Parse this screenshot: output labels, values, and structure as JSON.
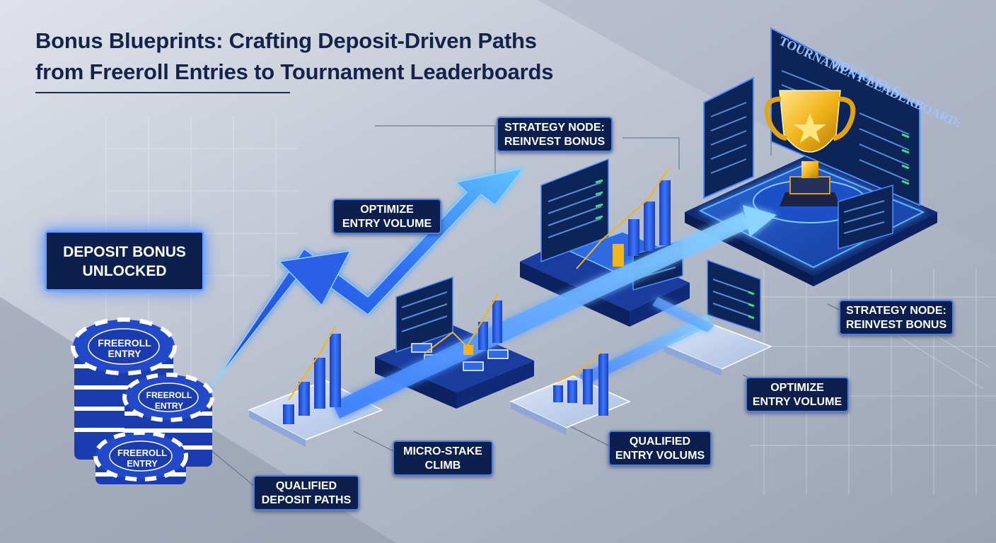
{
  "title": {
    "line1": "Bonus Blueprints: Crafting Deposit-Driven Paths",
    "line2": "from Freeroll Entries to Tournament Leaderboards"
  },
  "labels": {
    "deposit_bonus": [
      "DEPOSIT BONUS",
      "UNLOCKED"
    ],
    "optimize_entry_top": [
      "OPTIMIZE",
      "ENTRY VOLUME"
    ],
    "strategy_node_top": [
      "STRATEGY NODE:",
      "REINVEST BONUS"
    ],
    "strategy_node_right": [
      "STRATEGY NODE:",
      "REINVEST BONUS"
    ],
    "optimize_entry_right": [
      "OPTIMIZE",
      "ENTRY VOLUME"
    ],
    "micro_stake": [
      "MICRO-STAKE",
      "CLIMB"
    ],
    "qualified_entry": [
      "QUALIFIED",
      "ENTRY VOLUMS"
    ],
    "qualified_deposit": [
      "QUALIFIED",
      "DEPOSIT PATHS"
    ]
  },
  "chips": [
    [
      "FREEROLL",
      "ENTRY"
    ],
    [
      "FREEROLL",
      "ENTRY"
    ],
    [
      "FREEROLL",
      "ENTRY"
    ]
  ],
  "leaderboard": {
    "title": [
      "TOURNAMENT LEADERBOARD:",
      "TOP RANKS"
    ]
  },
  "colors": {
    "background": "#b9bfcc",
    "navy": "#0c1f4e",
    "accent_blue": "#3d7bff",
    "glow_blue": "#6fb6ff",
    "gold": "#f2b51c",
    "title": "#14234a"
  },
  "icons": [
    "trophy-icon",
    "poker-chip-icon",
    "growth-arrow-icon",
    "bar-chart-icon",
    "leaderboard-screen-icon"
  ]
}
